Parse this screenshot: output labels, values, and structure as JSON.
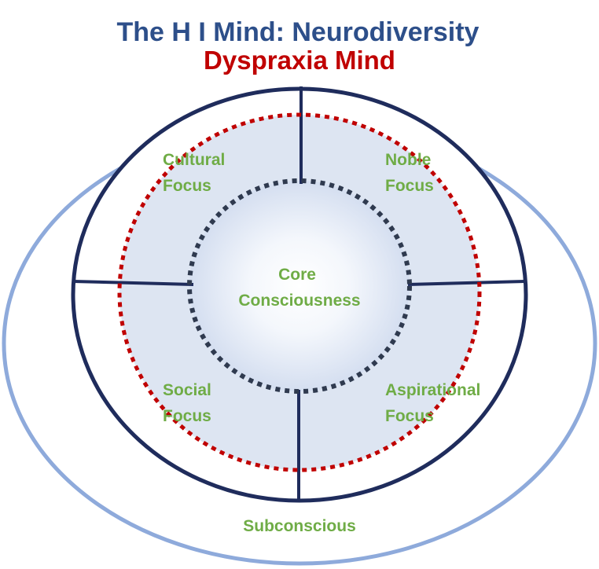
{
  "title": "The H I Mind: Neurodiversity",
  "subtitle": "Dyspraxia Mind",
  "labels": {
    "cultural": [
      "Cultural",
      "Focus"
    ],
    "noble": [
      "Noble",
      "Focus"
    ],
    "social": [
      "Social",
      "Focus"
    ],
    "aspirational": [
      "Aspirational",
      "Focus"
    ],
    "core": [
      "Core",
      "Consciousness"
    ],
    "subconscious": "Subconscious"
  },
  "colors": {
    "title": "#2d4f8a",
    "subtitle": "#c00000",
    "label": "#6fac46",
    "outer_ring": "#8eaadb",
    "circle_stroke": "#1f2c5c",
    "red_dots": "#c00000",
    "inner_dots": "#2f3a4f",
    "fill": "#dbe4f3"
  }
}
